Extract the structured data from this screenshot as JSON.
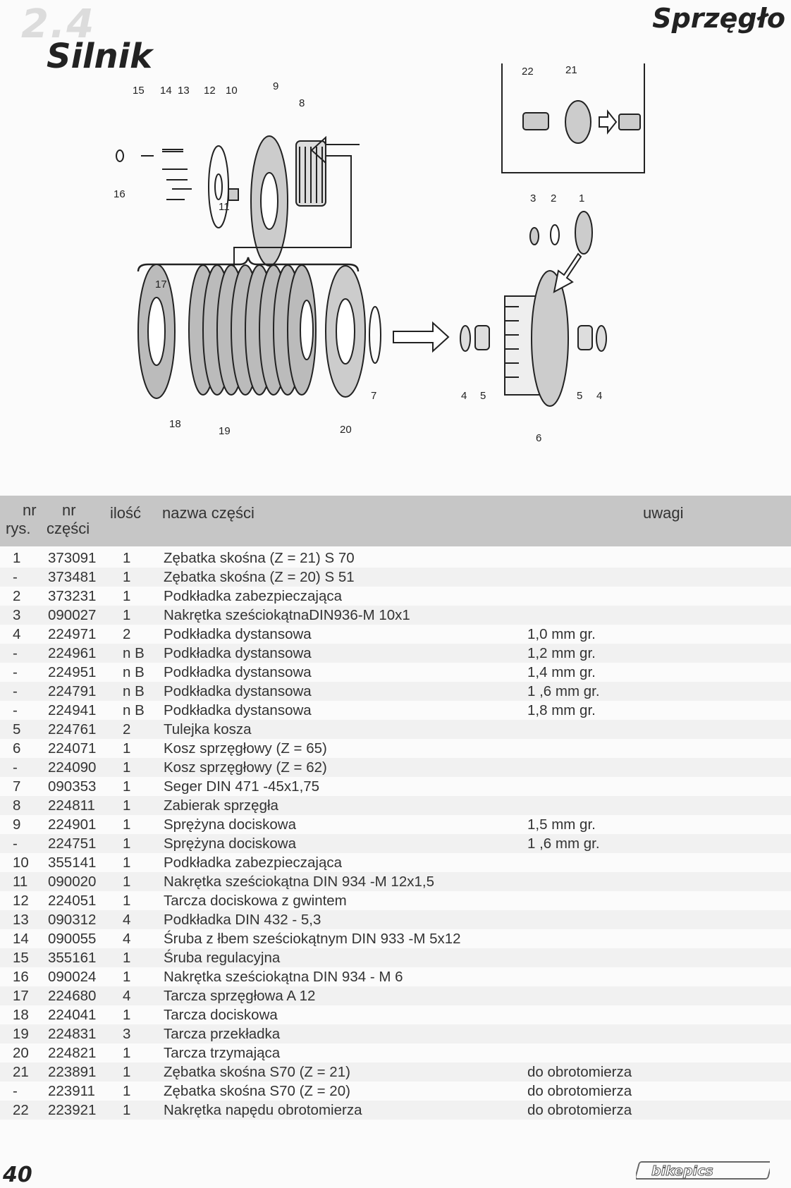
{
  "header": {
    "section_number": "2.4",
    "title": "Silnik",
    "section": "Sprzęgło"
  },
  "diagram": {
    "labels": [
      "15",
      "14",
      "13",
      "12",
      "10",
      "9",
      "8",
      "16",
      "11",
      "22",
      "21",
      "3",
      "2",
      "1",
      "17",
      "18",
      "19",
      "20",
      "7",
      "4",
      "5",
      "6",
      "5",
      "4"
    ]
  },
  "table": {
    "headers": {
      "nr_rys_1": "nr",
      "nr_rys_2": "rys.",
      "nr_czesci_1": "nr",
      "nr_czesci_2": "części",
      "ilosc": "ilość",
      "nazwa": "nazwa części",
      "uwagi": "uwagi"
    },
    "rows": [
      {
        "nr": "1",
        "part": "373091",
        "qty": "1",
        "name": "Zębatka skośna (Z = 21)    S 70",
        "note": ""
      },
      {
        "nr": "-",
        "part": "373481",
        "qty": "1",
        "name": "Zębatka skośna (Z = 20)    S 51",
        "note": ""
      },
      {
        "nr": "2",
        "part": "373231",
        "qty": "1",
        "name": "Podkładka zabezpieczająca",
        "note": ""
      },
      {
        "nr": "3",
        "part": "090027",
        "qty": "1",
        "name": "Nakrętka sześciokątnaDIN936-M 10x1",
        "note": ""
      },
      {
        "nr": "4",
        "part": "224971",
        "qty": "2",
        "name": "Podkładka dystansowa",
        "note": "1,0 mm gr."
      },
      {
        "nr": "-",
        "part": "224961",
        "qty": "n B",
        "name": "Podkładka dystansowa",
        "note": "1,2 mm gr."
      },
      {
        "nr": "-",
        "part": "224951",
        "qty": "n B",
        "name": "Podkładka dystansowa",
        "note": "1,4 mm gr."
      },
      {
        "nr": "-",
        "part": "224791",
        "qty": "n B",
        "name": "Podkładka dystansowa",
        "note": "1 ,6 mm gr."
      },
      {
        "nr": "-",
        "part": "224941",
        "qty": "n B",
        "name": "Podkładka dystansowa",
        "note": "1,8 mm gr."
      },
      {
        "nr": "5",
        "part": "224761",
        "qty": "2",
        "name": "Tulejka kosza",
        "note": ""
      },
      {
        "nr": "6",
        "part": "224071",
        "qty": "1",
        "name": "Kosz sprzęgłowy (Z = 65)",
        "note": ""
      },
      {
        "nr": "-",
        "part": "224090",
        "qty": "1",
        "name": "Kosz sprzęgłowy (Z = 62)",
        "note": ""
      },
      {
        "nr": "7",
        "part": "090353",
        "qty": "1",
        "name": "Seger DIN 471 -45x1,75",
        "note": ""
      },
      {
        "nr": "8",
        "part": "224811",
        "qty": "1",
        "name": "Zabierak sprzęgła",
        "note": ""
      },
      {
        "nr": "9",
        "part": "224901",
        "qty": "1",
        "name": "Sprężyna dociskowa",
        "note": "1,5 mm gr."
      },
      {
        "nr": "-",
        "part": "224751",
        "qty": "1",
        "name": "Sprężyna dociskowa",
        "note": "1 ,6 mm gr."
      },
      {
        "nr": "10",
        "part": "355141",
        "qty": "1",
        "name": "Podkładka zabezpieczająca",
        "note": ""
      },
      {
        "nr": "11",
        "part": "090020",
        "qty": "1",
        "name": "Nakrętka sześciokątna DIN 934 -M 12x1,5",
        "note": ""
      },
      {
        "nr": "12",
        "part": "224051",
        "qty": "1",
        "name": "Tarcza dociskowa z gwintem",
        "note": ""
      },
      {
        "nr": "13",
        "part": "090312",
        "qty": "4",
        "name": "Podkładka DIN 432 - 5,3",
        "note": ""
      },
      {
        "nr": "14",
        "part": "090055",
        "qty": "4",
        "name": "Śruba z łbem sześciokątnym DIN 933 -M 5x12",
        "note": ""
      },
      {
        "nr": "15",
        "part": "355161",
        "qty": "1",
        "name": "Śruba regulacyjna",
        "note": ""
      },
      {
        "nr": "16",
        "part": "090024",
        "qty": "1",
        "name": "Nakrętka sześciokątna DIN 934 - M 6",
        "note": ""
      },
      {
        "nr": "17",
        "part": "224680",
        "qty": "4",
        "name": "Tarcza sprzęgłowa A 12",
        "note": ""
      },
      {
        "nr": "18",
        "part": "224041",
        "qty": "1",
        "name": "Tarcza dociskowa",
        "note": ""
      },
      {
        "nr": "19",
        "part": "224831",
        "qty": "3",
        "name": "Tarcza przekładka",
        "note": ""
      },
      {
        "nr": "20",
        "part": "224821",
        "qty": "1",
        "name": "Tarcza trzymająca",
        "note": ""
      },
      {
        "nr": "21",
        "part": "223891",
        "qty": "1",
        "name": "Zębatka skośna  S70 (Z = 21)",
        "note": "do obrotomierza"
      },
      {
        "nr": "-",
        "part": "223911",
        "qty": "1",
        "name": "Zębatka skośna  S70 (Z = 20)",
        "note": "do obrotomierza"
      },
      {
        "nr": "22",
        "part": "223921",
        "qty": "1",
        "name": "Nakrętka napędu obrotomierza",
        "note": "do obrotomierza"
      }
    ]
  },
  "footer": {
    "page_number": "40",
    "logo_text": "bikepics"
  }
}
